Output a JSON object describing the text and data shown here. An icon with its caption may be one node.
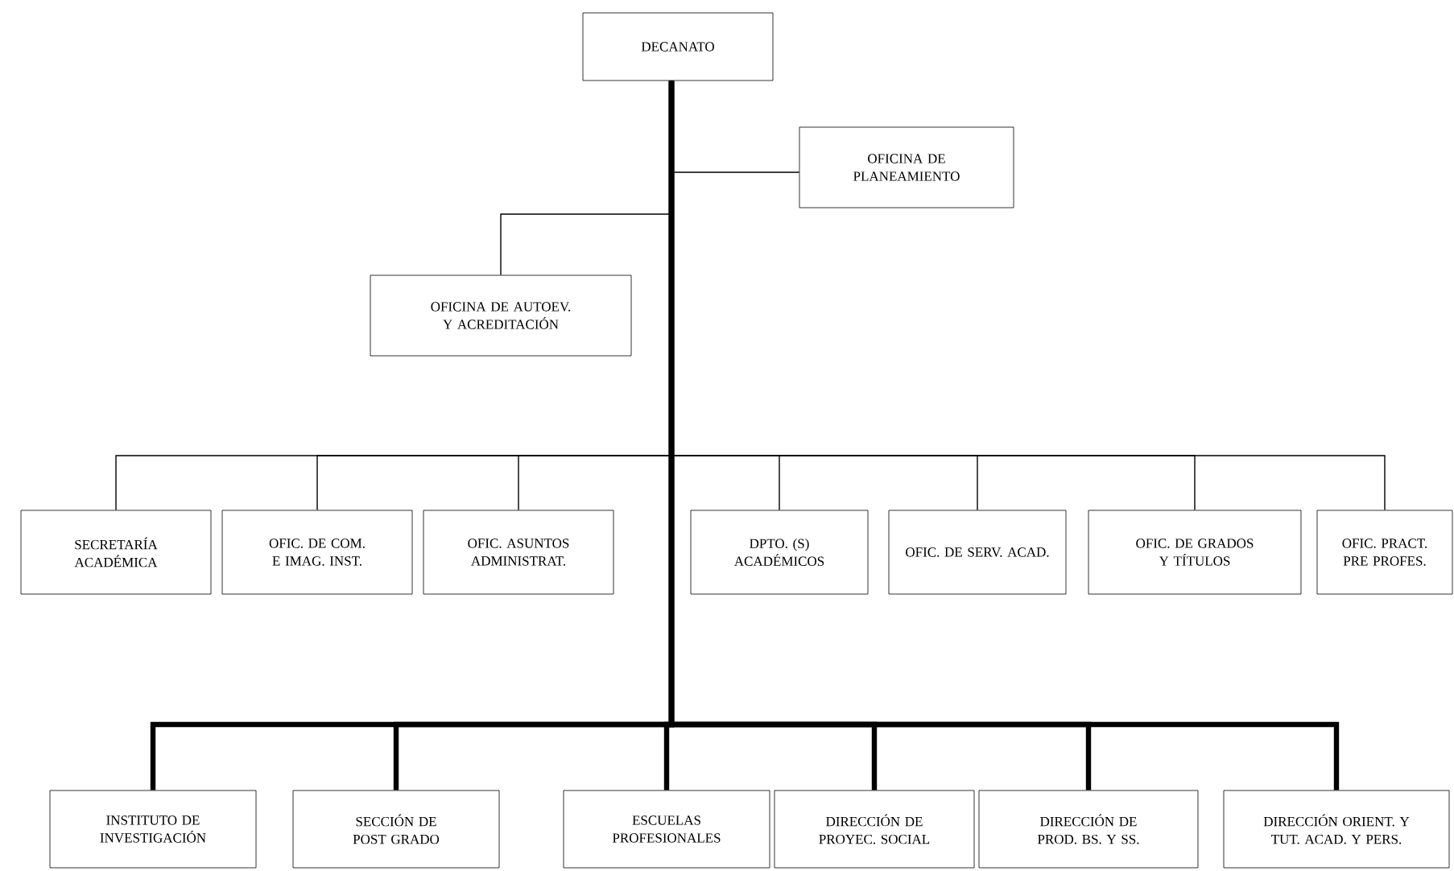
{
  "diagram": {
    "nodes": [
      {
        "text": [
          "DECANATO"
        ]
      },
      {
        "text": [
          "OFICINA DE PLANEAMIENTO"
        ]
      },
      {
        "text": [
          "OFICINA DE AUTOEV. Y ACREDITACIÓN"
        ]
      },
      {
        "text": [
          "SECRETARÍA ACADÉMICA"
        ]
      },
      {
        "text": [
          "OFIC. DE COM. E IMAG. INST."
        ]
      },
      {
        "text": [
          "OFIC. ASUNTOS ADMINISTRAT."
        ]
      },
      {
        "text": [
          "DPTO. (S) ACADÉMICOS"
        ]
      },
      {
        "text": [
          "OFIC. DE SERV. ACAD."
        ]
      },
      {
        "text": [
          "OFIC. DE GRADOS Y TÍTULOS"
        ]
      },
      {
        "text": [
          "OFIC. PRACT. PRE PROFES."
        ]
      },
      {
        "text": [
          "INSTITUTO DE INVESTIGACIÓN"
        ]
      },
      {
        "text": [
          "SECCIÓN DE POST GRADO"
        ]
      },
      {
        "text": [
          "ESCUELAS PROFESIONALES"
        ]
      },
      {
        "text": [
          "DIRECCIÓN DE PROYEC. SOCIAL"
        ]
      },
      {
        "text": [
          "DIRECCIÓN DE PROD. BS. Y SS."
        ]
      },
      {
        "text": [
          "DIRECCIÓN ORIENT. Y TUT. ACAD. Y PERS."
        ]
      }
    ],
    "edges": [
      {
        "from": 0,
        "to": 1,
        "arrow": "none"
      },
      {
        "from": 0,
        "to": 2,
        "arrow": "none"
      },
      {
        "from": 0,
        "to": 3,
        "arrow": "none"
      },
      {
        "from": 0,
        "to": 4,
        "arrow": "none"
      },
      {
        "from": 0,
        "to": 5,
        "arrow": "none"
      },
      {
        "from": 0,
        "to": 6,
        "arrow": "none"
      },
      {
        "from": 0,
        "to": 7,
        "arrow": "none"
      },
      {
        "from": 0,
        "to": 8,
        "arrow": "none"
      },
      {
        "from": 0,
        "to": 9,
        "arrow": "none"
      },
      {
        "from": 0,
        "to": 10,
        "arrow": "none",
        "style": "thick"
      },
      {
        "from": 0,
        "to": 11,
        "arrow": "none",
        "style": "thick"
      },
      {
        "from": 0,
        "to": 12,
        "arrow": "none",
        "style": "thick"
      },
      {
        "from": 0,
        "to": 13,
        "arrow": "none",
        "style": "thick"
      },
      {
        "from": 0,
        "to": 14,
        "arrow": "none",
        "style": "thick"
      },
      {
        "from": 0,
        "to": 15,
        "arrow": "none",
        "style": "thick"
      }
    ]
  }
}
